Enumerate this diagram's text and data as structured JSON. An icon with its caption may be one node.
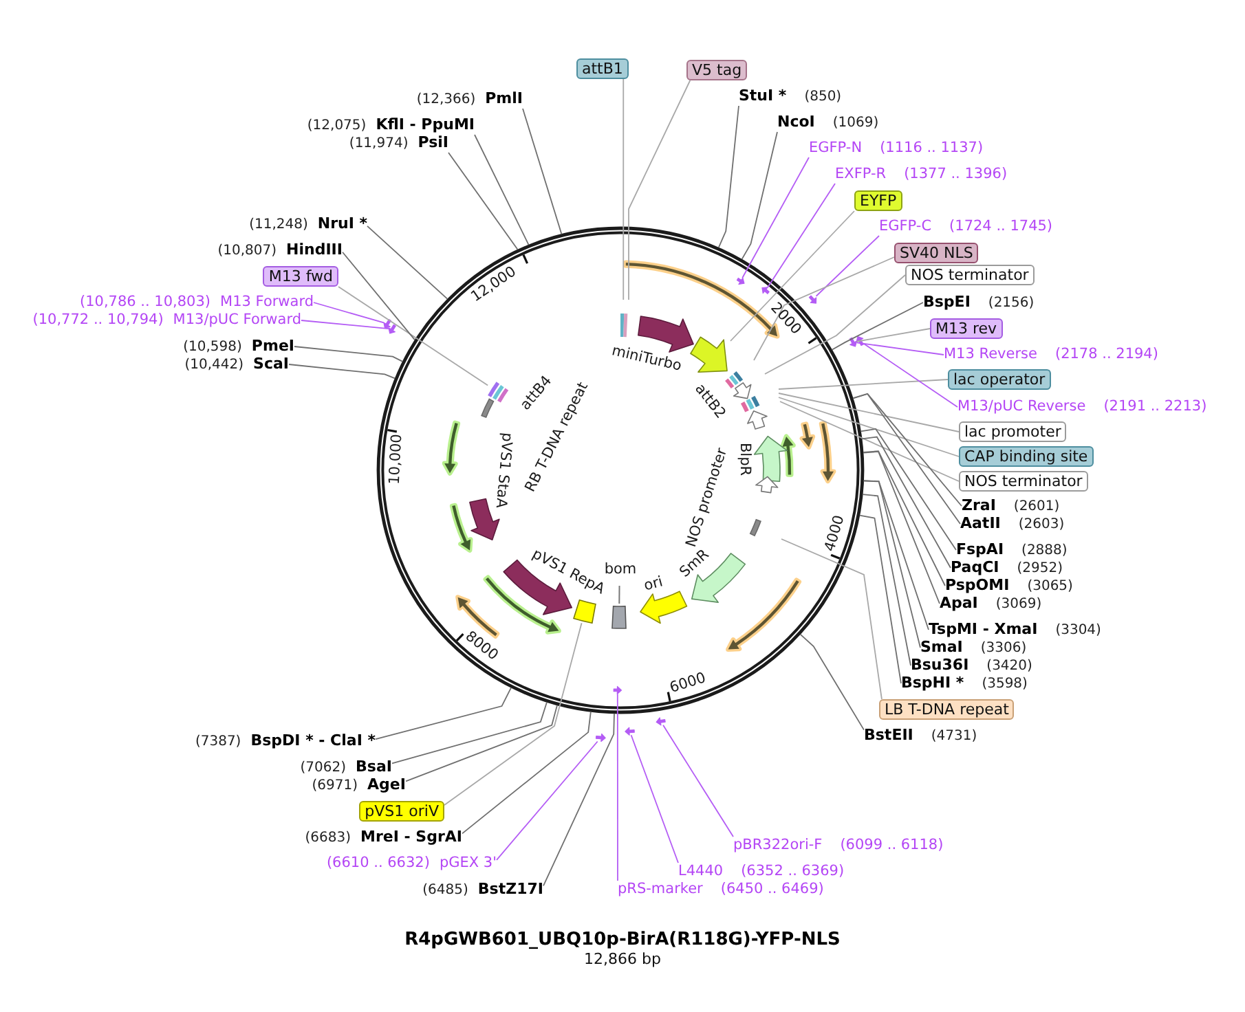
{
  "diagram": {
    "title": "R4pGWB601_UBQ10p-BirA(R118G)-YFP-NLS",
    "caption": "12,866 bp",
    "nodes": [
      {
        "text": [
          "attB1"
        ]
      },
      {
        "text": [
          "V5 tag"
        ]
      },
      {
        "text": [
          "StuI *",
          "(850)"
        ]
      },
      {
        "text": [
          "NcoI",
          "(1069)"
        ]
      },
      {
        "text": [
          "EGFP-N",
          "(1116 .. 1137)"
        ]
      },
      {
        "text": [
          "EXFP-R",
          "(1377 .. 1396)"
        ]
      },
      {
        "text": [
          "EYFP"
        ]
      },
      {
        "text": [
          "EGFP-C",
          "(1724 .. 1745)"
        ]
      },
      {
        "text": [
          "SV40 NLS"
        ]
      },
      {
        "text": [
          "NOS terminator"
        ]
      },
      {
        "text": [
          "BspEI",
          "(2156)"
        ]
      },
      {
        "text": [
          "M13 rev"
        ]
      },
      {
        "text": [
          "M13 Reverse",
          "(2178 .. 2194)"
        ]
      },
      {
        "text": [
          "lac operator"
        ]
      },
      {
        "text": [
          "M13/pUC Reverse",
          "(2191 .. 2213)"
        ]
      },
      {
        "text": [
          "lac promoter"
        ]
      },
      {
        "text": [
          "CAP binding site"
        ]
      },
      {
        "text": [
          "NOS terminator"
        ]
      },
      {
        "text": [
          "ZraI",
          "(2601)"
        ]
      },
      {
        "text": [
          "AatII",
          "(2603)"
        ]
      },
      {
        "text": [
          "FspAI",
          "(2888)"
        ]
      },
      {
        "text": [
          "PaqCI",
          "(2952)"
        ]
      },
      {
        "text": [
          "PspOMI",
          "(3065)"
        ]
      },
      {
        "text": [
          "ApaI",
          "(3069)"
        ]
      },
      {
        "text": [
          "TspMI - XmaI",
          "(3304)"
        ]
      },
      {
        "text": [
          "SmaI",
          "(3306)"
        ]
      },
      {
        "text": [
          "Bsu36I",
          "(3420)"
        ]
      },
      {
        "text": [
          "BspHI *",
          "(3598)"
        ]
      },
      {
        "text": [
          "LB T-DNA repeat"
        ]
      },
      {
        "text": [
          "BstEII",
          "(4731)"
        ]
      },
      {
        "text": [
          "pBR322ori-F",
          "(6099 .. 6118)"
        ]
      },
      {
        "text": [
          "L4440",
          "(6352 .. 6369)"
        ]
      },
      {
        "text": [
          "pRS-marker",
          "(6450 .. 6469)"
        ]
      },
      {
        "text": [
          "(6485)",
          "BstZ17I"
        ]
      },
      {
        "text": [
          "(6610 .. 6632)",
          "pGEX 3'"
        ]
      },
      {
        "text": [
          "(6683)",
          "MreI - SgrAI"
        ]
      },
      {
        "text": [
          "pVS1 oriV"
        ]
      },
      {
        "text": [
          "(6971)",
          "AgeI"
        ]
      },
      {
        "text": [
          "(7062)",
          "BsaI"
        ]
      },
      {
        "text": [
          "(7387)",
          "BspDI * - ClaI *"
        ]
      },
      {
        "text": [
          "(10,442)",
          "ScaI"
        ]
      },
      {
        "text": [
          "(10,598)",
          "PmeI"
        ]
      },
      {
        "text": [
          "(10,772 .. 10,794)",
          "M13/pUC Forward"
        ]
      },
      {
        "text": [
          "(10,786 .. 10,803)",
          "M13 Forward"
        ]
      },
      {
        "text": [
          "M13 fwd"
        ]
      },
      {
        "text": [
          "(10,807)",
          "HindIII"
        ]
      },
      {
        "text": [
          "(11,248)",
          "NruI *"
        ]
      },
      {
        "text": [
          "(11,974)",
          "PsiI"
        ]
      },
      {
        "text": [
          "(12,075)",
          "KflI - PpuMI"
        ]
      },
      {
        "text": [
          "(12,366)",
          "PmlI"
        ]
      },
      {
        "text": [],
        "shape": "arrow"
      },
      {
        "text": [],
        "shape": "arrow"
      },
      {
        "text": [],
        "shape": "arrow"
      },
      {
        "text": [],
        "shape": "arrow"
      },
      {
        "text": [],
        "shape": "arrow"
      },
      {
        "text": [],
        "shape": "arrow"
      },
      {
        "text": [],
        "shape": "arrow"
      },
      {
        "text": [],
        "shape": "arrow"
      },
      {
        "text": [],
        "shape": "arrow"
      },
      {
        "text": [],
        "shape": "arrow"
      },
      {
        "text": [],
        "shape": "arrow"
      },
      {
        "text": [],
        "shape": "bar"
      },
      {
        "text": [],
        "shape": "bar"
      }
    ],
    "edges": [
      {
        "from": 0,
        "to": null,
        "arrow": "none",
        "color": "#a8a8a8"
      },
      {
        "from": 1,
        "to": null,
        "arrow": "none",
        "color": "#a8a8a8"
      },
      {
        "from": 2,
        "to": null,
        "arrow": "none"
      },
      {
        "from": 3,
        "to": null,
        "arrow": "none"
      },
      {
        "from": 4,
        "to": 50,
        "arrow": "none",
        "color": "#b45cf5"
      },
      {
        "from": 5,
        "to": 51,
        "arrow": "none",
        "color": "#b45cf5"
      },
      {
        "from": 6,
        "to": null,
        "arrow": "none",
        "color": "#a8a8a8"
      },
      {
        "from": 7,
        "to": 52,
        "arrow": "none",
        "color": "#b45cf5"
      },
      {
        "from": 8,
        "to": null,
        "arrow": "none",
        "color": "#a8a8a8"
      },
      {
        "from": 9,
        "to": null,
        "arrow": "none",
        "color": "#a8a8a8"
      },
      {
        "from": 10,
        "to": null,
        "arrow": "none"
      },
      {
        "from": 11,
        "to": 56,
        "arrow": "none",
        "color": "#a8a8a8"
      },
      {
        "from": 12,
        "to": 56,
        "arrow": "none",
        "color": "#b45cf5"
      },
      {
        "from": 13,
        "to": null,
        "arrow": "none",
        "color": "#a8a8a8"
      },
      {
        "from": 14,
        "to": 55,
        "arrow": "none",
        "color": "#b45cf5"
      },
      {
        "from": 15,
        "to": null,
        "arrow": "none",
        "color": "#a8a8a8"
      },
      {
        "from": 16,
        "to": null,
        "arrow": "none",
        "color": "#a8a8a8"
      },
      {
        "from": 17,
        "to": null,
        "arrow": "none",
        "color": "#a8a8a8"
      },
      {
        "from": 18,
        "to": null,
        "arrow": "none"
      },
      {
        "from": 19,
        "to": null,
        "arrow": "none"
      },
      {
        "from": 20,
        "to": null,
        "arrow": "none"
      },
      {
        "from": 21,
        "to": null,
        "arrow": "none"
      },
      {
        "from": 22,
        "to": null,
        "arrow": "none"
      },
      {
        "from": 23,
        "to": null,
        "arrow": "none"
      },
      {
        "from": 24,
        "to": null,
        "arrow": "none"
      },
      {
        "from": 25,
        "to": null,
        "arrow": "none"
      },
      {
        "from": 26,
        "to": null,
        "arrow": "none"
      },
      {
        "from": 27,
        "to": null,
        "arrow": "none"
      },
      {
        "from": 28,
        "to": null,
        "arrow": "none",
        "color": "#a8a8a8"
      },
      {
        "from": 29,
        "to": null,
        "arrow": "none"
      },
      {
        "from": 30,
        "to": 58,
        "arrow": "none",
        "color": "#b45cf5"
      },
      {
        "from": 31,
        "to": 60,
        "arrow": "none",
        "color": "#b45cf5"
      },
      {
        "from": 32,
        "to": 57,
        "arrow": "none",
        "color": "#b45cf5"
      },
      {
        "from": 33,
        "to": null,
        "arrow": "none"
      },
      {
        "from": 34,
        "to": 59,
        "arrow": "none",
        "color": "#b45cf5"
      },
      {
        "from": 35,
        "to": null,
        "arrow": "none"
      },
      {
        "from": 36,
        "to": 62,
        "arrow": "none",
        "color": "#a8a8a8"
      },
      {
        "from": 37,
        "to": null,
        "arrow": "none"
      },
      {
        "from": 38,
        "to": null,
        "arrow": "none"
      },
      {
        "from": 39,
        "to": null,
        "arrow": "none"
      },
      {
        "from": 40,
        "to": null,
        "arrow": "none"
      },
      {
        "from": 41,
        "to": null,
        "arrow": "none"
      },
      {
        "from": 42,
        "to": 54,
        "arrow": "none",
        "color": "#b45cf5"
      },
      {
        "from": 43,
        "to": 53,
        "arrow": "none",
        "color": "#b45cf5"
      },
      {
        "from": 44,
        "to": 61,
        "arrow": "none",
        "color": "#a8a8a8"
      },
      {
        "from": 45,
        "to": null,
        "arrow": "none"
      },
      {
        "from": 46,
        "to": null,
        "arrow": "none"
      },
      {
        "from": 47,
        "to": null,
        "arrow": "none"
      },
      {
        "from": 48,
        "to": null,
        "arrow": "none"
      },
      {
        "from": 49,
        "to": null,
        "arrow": "none"
      }
    ],
    "labels": [
      "miniTurbo",
      "attB2",
      "BlpR",
      "NOS promoter",
      "SmR",
      "ori",
      "bom",
      "pVS1 RepA",
      "pVS1 StaA",
      "RB T-DNA repeat",
      "attB4",
      "2000",
      "4000",
      "6000",
      "8000",
      "10,000",
      "12,000"
    ]
  }
}
